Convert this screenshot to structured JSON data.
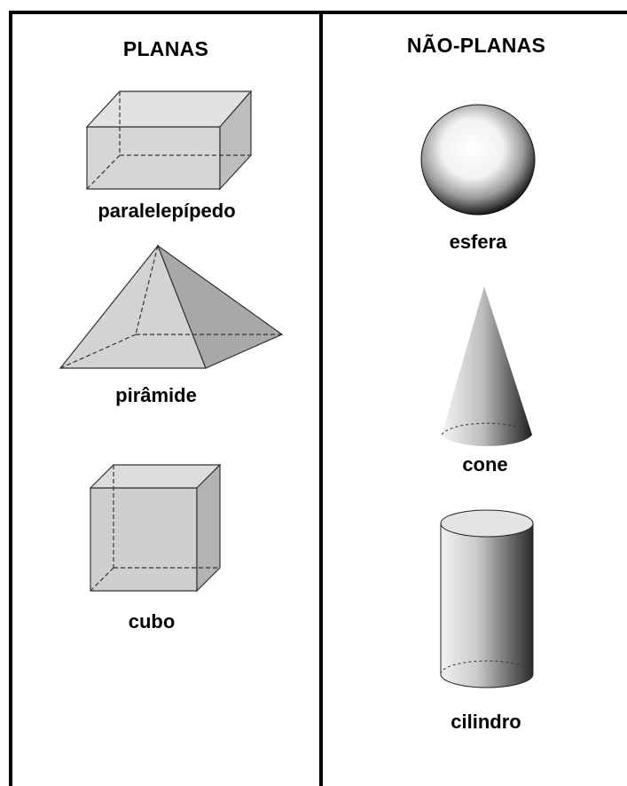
{
  "columns": {
    "left": {
      "heading": "PLANAS",
      "shapes": [
        {
          "id": "paralelepipedo",
          "label": "paralelepípedo"
        },
        {
          "id": "piramide",
          "label": "pirâmide"
        },
        {
          "id": "cubo",
          "label": "cubo"
        }
      ]
    },
    "right": {
      "heading": "NÃO-PLANAS",
      "shapes": [
        {
          "id": "esfera",
          "label": "esfera"
        },
        {
          "id": "cone",
          "label": "cone"
        },
        {
          "id": "cilindro",
          "label": "cilindro"
        }
      ]
    }
  },
  "colors": {
    "border": "#000000",
    "face_light": "#d9d9d9",
    "face_mid": "#c6c6c6",
    "face_dark": "#a9a9a9"
  }
}
